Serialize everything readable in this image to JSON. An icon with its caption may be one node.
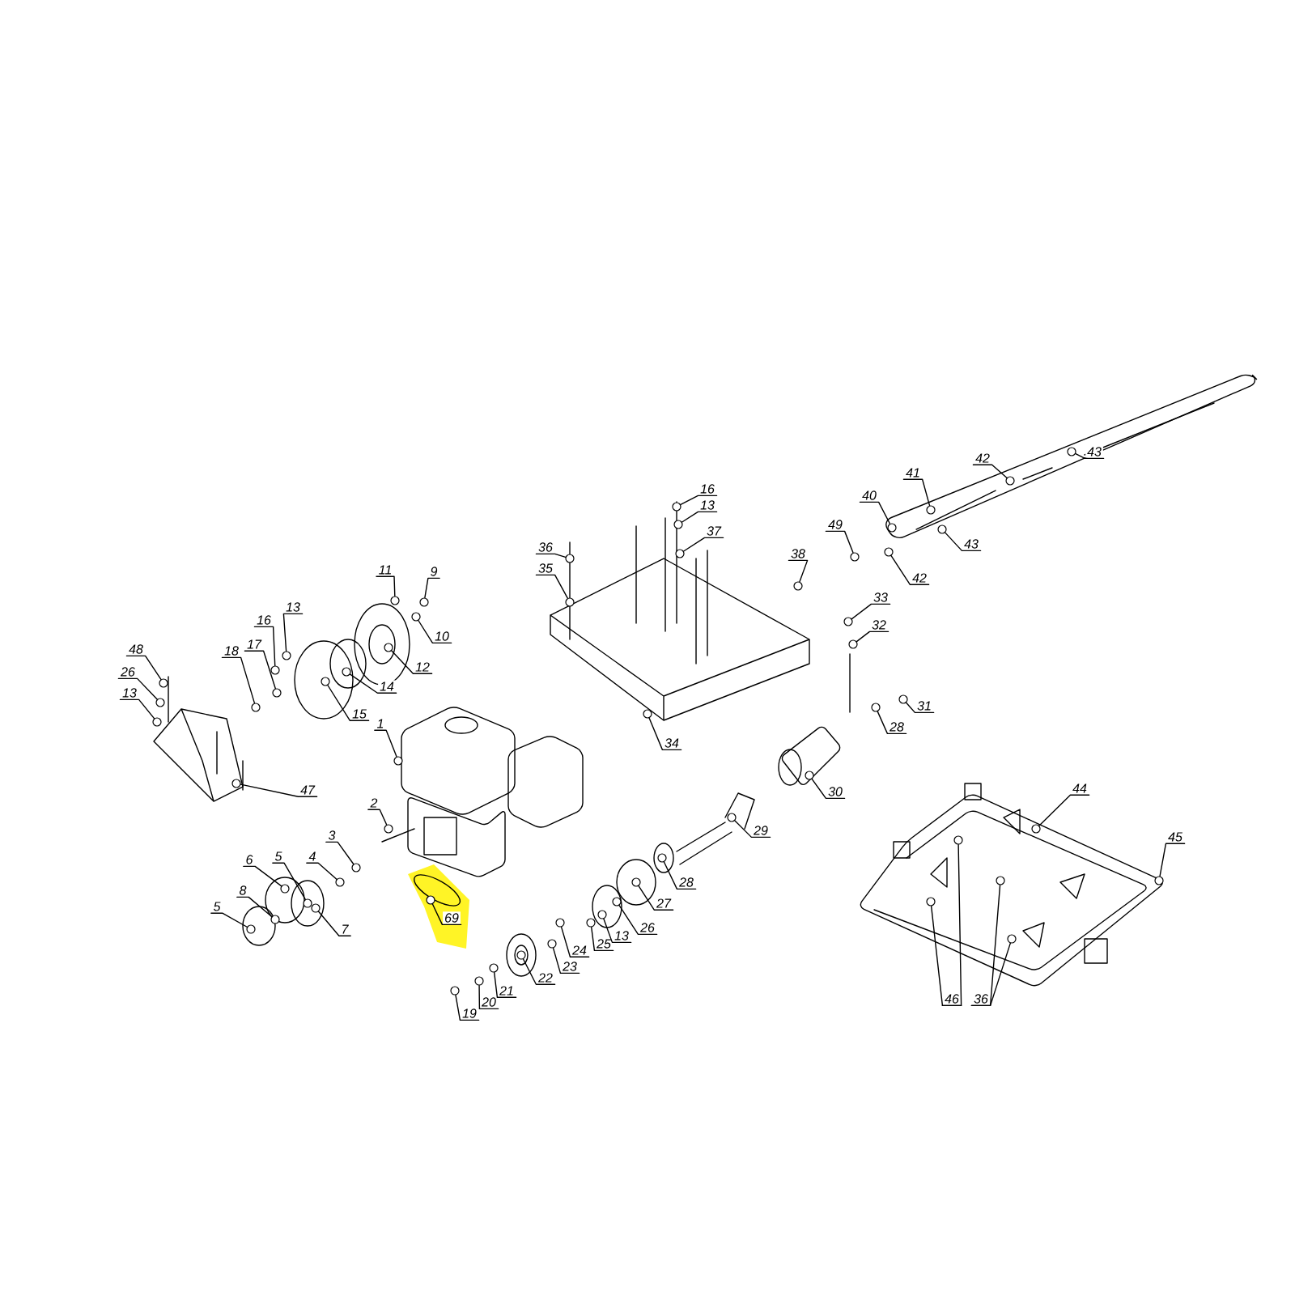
{
  "diagram": {
    "nodes": [
      {
        "text": [
          "48"
        ]
      },
      {
        "text": [
          "26"
        ]
      },
      {
        "text": [
          "13"
        ]
      },
      {
        "text": [
          "18"
        ]
      },
      {
        "text": [
          "17"
        ]
      },
      {
        "text": [
          "16"
        ]
      },
      {
        "text": [
          "13"
        ]
      },
      {
        "text": [
          "11"
        ]
      },
      {
        "text": [
          "9"
        ]
      },
      {
        "text": [
          "10"
        ]
      },
      {
        "text": [
          "12"
        ]
      },
      {
        "text": [
          "14"
        ]
      },
      {
        "text": [
          "15"
        ]
      },
      {
        "text": [
          "47"
        ]
      },
      {
        "text": [
          "1"
        ]
      },
      {
        "text": [
          "2"
        ]
      },
      {
        "text": [
          "3"
        ]
      },
      {
        "text": [
          "4"
        ]
      },
      {
        "text": [
          "5"
        ]
      },
      {
        "text": [
          "6"
        ]
      },
      {
        "text": [
          "7"
        ]
      },
      {
        "text": [
          "8"
        ]
      },
      {
        "text": [
          "5"
        ]
      },
      {
        "text": [
          "69"
        ]
      },
      {
        "text": [
          "19"
        ]
      },
      {
        "text": [
          "20"
        ]
      },
      {
        "text": [
          "21"
        ]
      },
      {
        "text": [
          "22"
        ]
      },
      {
        "text": [
          "23"
        ]
      },
      {
        "text": [
          "24"
        ]
      },
      {
        "text": [
          "25"
        ]
      },
      {
        "text": [
          "13"
        ]
      },
      {
        "text": [
          "26"
        ]
      },
      {
        "text": [
          "27"
        ]
      },
      {
        "text": [
          "28"
        ]
      },
      {
        "text": [
          "29"
        ]
      },
      {
        "text": [
          "30"
        ]
      },
      {
        "text": [
          "28"
        ]
      },
      {
        "text": [
          "31"
        ]
      },
      {
        "text": [
          "32"
        ]
      },
      {
        "text": [
          "33"
        ]
      },
      {
        "text": [
          "34"
        ]
      },
      {
        "text": [
          "35"
        ]
      },
      {
        "text": [
          "36"
        ]
      },
      {
        "text": [
          "16"
        ]
      },
      {
        "text": [
          "13"
        ]
      },
      {
        "text": [
          "37"
        ]
      },
      {
        "text": [
          "38"
        ]
      },
      {
        "text": [
          "49"
        ]
      },
      {
        "text": [
          "40"
        ]
      },
      {
        "text": [
          "41"
        ]
      },
      {
        "text": [
          "42"
        ]
      },
      {
        "text": [
          "43"
        ]
      },
      {
        "text": [
          "42"
        ]
      },
      {
        "text": [
          "43"
        ]
      },
      {
        "text": [
          "44"
        ]
      },
      {
        "text": [
          "45"
        ]
      },
      {
        "text": [
          "46"
        ]
      },
      {
        "text": [
          "36"
        ]
      },
      {
        "text": [],
        "shape": "circle"
      },
      {
        "text": [],
        "shape": "circle"
      },
      {
        "text": [],
        "shape": "circle"
      },
      {
        "text": [],
        "shape": "circle"
      },
      {
        "text": [],
        "shape": "circle"
      },
      {
        "text": [],
        "shape": "circle"
      },
      {
        "text": [],
        "shape": "circle"
      },
      {
        "text": [],
        "shape": "circle"
      },
      {
        "text": [],
        "shape": "circle"
      },
      {
        "text": [],
        "shape": "circle"
      },
      {
        "text": [],
        "shape": "circle"
      },
      {
        "text": [],
        "shape": "circle"
      },
      {
        "text": [],
        "shape": "circle"
      },
      {
        "text": [],
        "shape": "circle"
      },
      {
        "text": [],
        "shape": "circle"
      },
      {
        "text": [],
        "shape": "circle"
      },
      {
        "text": [],
        "shape": "circle"
      },
      {
        "text": [],
        "shape": "circle"
      },
      {
        "text": [],
        "shape": "circle"
      },
      {
        "text": [],
        "shape": "circle"
      },
      {
        "text": [],
        "shape": "circle"
      },
      {
        "text": [],
        "shape": "circle"
      },
      {
        "text": [],
        "shape": "circle"
      },
      {
        "text": [],
        "shape": "circle"
      },
      {
        "text": [],
        "shape": "circle"
      },
      {
        "text": [],
        "shape": "circle"
      },
      {
        "text": [],
        "shape": "circle"
      },
      {
        "text": [],
        "shape": "circle"
      },
      {
        "text": [],
        "shape": "circle"
      },
      {
        "text": [],
        "shape": "circle"
      },
      {
        "text": [],
        "shape": "circle"
      },
      {
        "text": [],
        "shape": "circle"
      },
      {
        "text": [],
        "shape": "circle"
      },
      {
        "text": [],
        "shape": "circle"
      },
      {
        "text": [],
        "shape": "circle"
      },
      {
        "text": [],
        "shape": "circle"
      },
      {
        "text": [],
        "shape": "circle"
      },
      {
        "text": [],
        "shape": "circle"
      },
      {
        "text": [],
        "shape": "circle"
      },
      {
        "text": [],
        "shape": "circle"
      },
      {
        "text": [],
        "shape": "circle"
      },
      {
        "text": [],
        "shape": "circle"
      },
      {
        "text": [],
        "shape": "circle"
      },
      {
        "text": [],
        "shape": "circle"
      },
      {
        "text": [],
        "shape": "circle"
      },
      {
        "text": [],
        "shape": "circle"
      },
      {
        "text": [],
        "shape": "circle"
      },
      {
        "text": [],
        "shape": "circle"
      },
      {
        "text": [],
        "shape": "circle"
      },
      {
        "text": [],
        "shape": "circle"
      },
      {
        "text": [],
        "shape": "circle"
      },
      {
        "text": [],
        "shape": "circle"
      },
      {
        "text": [],
        "shape": "circle"
      },
      {
        "text": [],
        "shape": "circle"
      },
      {
        "text": [],
        "shape": "circle"
      },
      {
        "text": [],
        "shape": "circle"
      },
      {
        "text": [],
        "shape": "circle"
      },
      {
        "text": [],
        "shape": "circle"
      },
      {
        "text": [],
        "shape": "circle"
      },
      {
        "text": [],
        "shape": "circle"
      },
      {
        "text": [],
        "shape": "circle"
      }
    ],
    "edges": [
      {
        "from": 0,
        "to": 59,
        "arrow": "none"
      },
      {
        "from": 1,
        "to": 60,
        "arrow": "none"
      },
      {
        "from": 2,
        "to": 61,
        "arrow": "none"
      },
      {
        "from": 3,
        "to": 62,
        "arrow": "none"
      },
      {
        "from": 4,
        "to": 63,
        "arrow": "none"
      },
      {
        "from": 5,
        "to": 64,
        "arrow": "none"
      },
      {
        "from": 6,
        "to": 65,
        "arrow": "none"
      },
      {
        "from": 7,
        "to": 66,
        "arrow": "none"
      },
      {
        "from": 8,
        "to": 67,
        "arrow": "none"
      },
      {
        "from": 9,
        "to": 68,
        "arrow": "none"
      },
      {
        "from": 10,
        "to": 69,
        "arrow": "none"
      },
      {
        "from": 11,
        "to": 70,
        "arrow": "none"
      },
      {
        "from": 12,
        "to": 71,
        "arrow": "none"
      },
      {
        "from": 13,
        "to": 72,
        "arrow": "none"
      },
      {
        "from": 14,
        "to": 73,
        "arrow": "none"
      },
      {
        "from": 15,
        "to": 74,
        "arrow": "none"
      },
      {
        "from": 16,
        "to": 75,
        "arrow": "none"
      },
      {
        "from": 17,
        "to": 76,
        "arrow": "none"
      },
      {
        "from": 18,
        "to": 77,
        "arrow": "none"
      },
      {
        "from": 19,
        "to": 78,
        "arrow": "none"
      },
      {
        "from": 20,
        "to": 79,
        "arrow": "none"
      },
      {
        "from": 21,
        "to": 80,
        "arrow": "none"
      },
      {
        "from": 22,
        "to": 81,
        "arrow": "none"
      },
      {
        "from": 23,
        "to": 82,
        "arrow": "none"
      },
      {
        "from": 24,
        "to": 83,
        "arrow": "none"
      },
      {
        "from": 25,
        "to": 84,
        "arrow": "none"
      },
      {
        "from": 26,
        "to": 85,
        "arrow": "none"
      },
      {
        "from": 27,
        "to": 86,
        "arrow": "none"
      },
      {
        "from": 28,
        "to": 87,
        "arrow": "none"
      },
      {
        "from": 29,
        "to": 88,
        "arrow": "none"
      },
      {
        "from": 30,
        "to": 89,
        "arrow": "none"
      },
      {
        "from": 31,
        "to": 90,
        "arrow": "none"
      },
      {
        "from": 32,
        "to": 91,
        "arrow": "none"
      },
      {
        "from": 33,
        "to": 92,
        "arrow": "none"
      },
      {
        "from": 34,
        "to": 93,
        "arrow": "none"
      },
      {
        "from": 35,
        "to": 94,
        "arrow": "none"
      },
      {
        "from": 36,
        "to": 95,
        "arrow": "none"
      },
      {
        "from": 37,
        "to": 96,
        "arrow": "none"
      },
      {
        "from": 38,
        "to": 97,
        "arrow": "none"
      },
      {
        "from": 39,
        "to": 98,
        "arrow": "none"
      },
      {
        "from": 40,
        "to": 99,
        "arrow": "none"
      },
      {
        "from": 41,
        "to": 100,
        "arrow": "none"
      },
      {
        "from": 42,
        "to": 101,
        "arrow": "none"
      },
      {
        "from": 43,
        "to": 102,
        "arrow": "none"
      },
      {
        "from": 44,
        "to": 103,
        "arrow": "none"
      },
      {
        "from": 45,
        "to": 104,
        "arrow": "none"
      },
      {
        "from": 46,
        "to": 105,
        "arrow": "none"
      },
      {
        "from": 47,
        "to": 106,
        "arrow": "none"
      },
      {
        "from": 48,
        "to": 107,
        "arrow": "none"
      },
      {
        "from": 49,
        "to": 108,
        "arrow": "none"
      },
      {
        "from": 50,
        "to": 109,
        "arrow": "none"
      },
      {
        "from": 51,
        "to": 110,
        "arrow": "none"
      },
      {
        "from": 52,
        "to": 111,
        "arrow": "none"
      },
      {
        "from": 53,
        "to": 112,
        "arrow": "none"
      },
      {
        "from": 54,
        "to": 113,
        "arrow": "none"
      },
      {
        "from": 55,
        "to": 114,
        "arrow": "none"
      },
      {
        "from": 56,
        "to": 115,
        "arrow": "none"
      },
      {
        "from": 57,
        "to": 116,
        "arrow": "none"
      },
      {
        "from": 58,
        "to": 117,
        "arrow": "none"
      },
      {
        "from": 57,
        "to": 118,
        "arrow": "none"
      },
      {
        "from": 58,
        "to": 119,
        "arrow": "none"
      }
    ]
  }
}
